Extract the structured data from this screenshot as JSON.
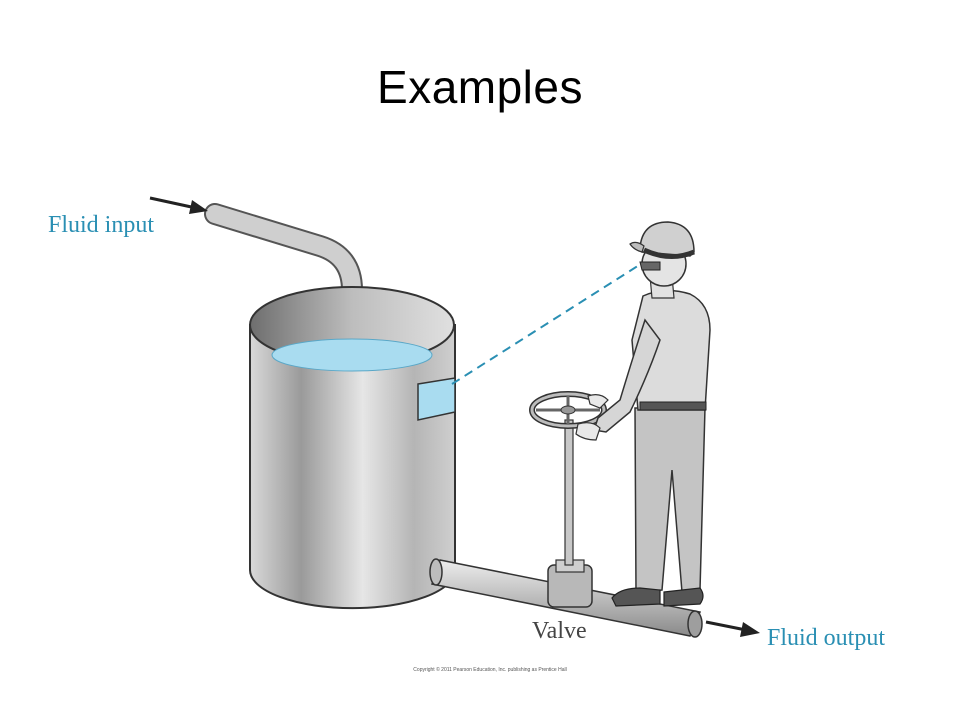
{
  "title": "Examples",
  "labels": {
    "fluid_input": "Fluid input",
    "fluid_output": "Fluid output",
    "valve": "Valve"
  },
  "copyright": "Copyright © 2011 Pearson Education, Inc. publishing as Prentice Hall",
  "colors": {
    "label_blue": "#2a8fb3",
    "water": "#a9dcf0",
    "metal": "#c8c8c8",
    "sight_line": "#2a8fb3"
  }
}
